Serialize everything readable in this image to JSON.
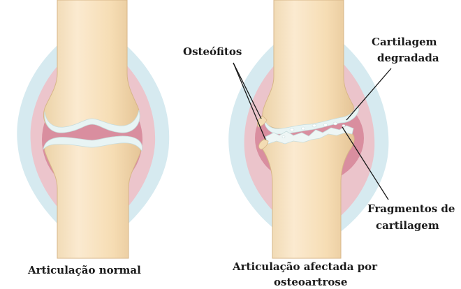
{
  "normal": {
    "caption": "Articulação normal"
  },
  "arthritic": {
    "caption_line1": "Articulação afectada por",
    "caption_line2": "osteoartrose",
    "osteophytes": "Osteófitos",
    "cartilage_line1": "Cartilagem",
    "cartilage_line2": "degradada",
    "fragments_line1": "Fragmentos de",
    "fragments_line2": "cartilagem"
  },
  "colors": {
    "capsule_outer": "#cfe6ee",
    "capsule_mid": "#ecc6cc",
    "synovium": "#d98f9f",
    "bone": "#f7e2bd",
    "bone_edge": "#d9b98a",
    "cartilage": "#e6f3f4"
  }
}
